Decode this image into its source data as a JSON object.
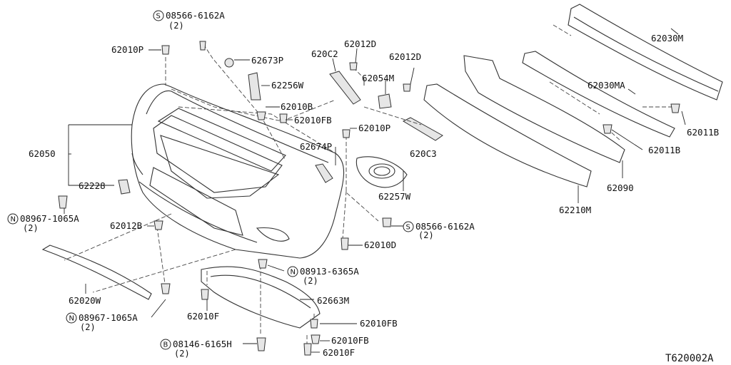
{
  "diagram_ref": "T620002A",
  "labels": {
    "p62010P_top": "62010P",
    "s08566_top": "08566-6162A",
    "s08566_top_qty": "(2)",
    "p62673P": "62673P",
    "p620C2": "620C2",
    "p62012D_a": "62012D",
    "p62012D_b": "62012D",
    "p62054M": "62054M",
    "p62256W": "62256W",
    "p62010B": "62010B",
    "p62010FB_top": "62010FB",
    "p62010P_mid": "62010P",
    "p620C3": "620C3",
    "p62674P": "62674P",
    "p62257W": "62257W",
    "p62050": "62050",
    "p62228": "62228",
    "n08967_a": "08967-1065A",
    "n08967_a_qty": "(2)",
    "p62012B": "62012B",
    "s08566_bot": "08566-6162A",
    "s08566_bot_qty": "(2)",
    "p62010D": "62010D",
    "n08913": "08913-6365A",
    "n08913_qty": "(2)",
    "p62020W": "62020W",
    "p62663M": "62663M",
    "n08967_b": "08967-1065A",
    "n08967_b_qty": "(2)",
    "p62010F_left": "62010F",
    "p62010FB_b": "62010FB",
    "p62010FB_c": "62010FB",
    "b08146": "08146-6165H",
    "b08146_qty": "(2)",
    "p62010F_bot": "62010F",
    "p62030M": "62030M",
    "p62030MA": "62030MA",
    "p62011B_a": "62011B",
    "p62011B_b": "62011B",
    "p62090": "62090",
    "p62210M": "62210M"
  },
  "prefix_symbols": {
    "s": "S",
    "n": "N",
    "b": "B"
  }
}
